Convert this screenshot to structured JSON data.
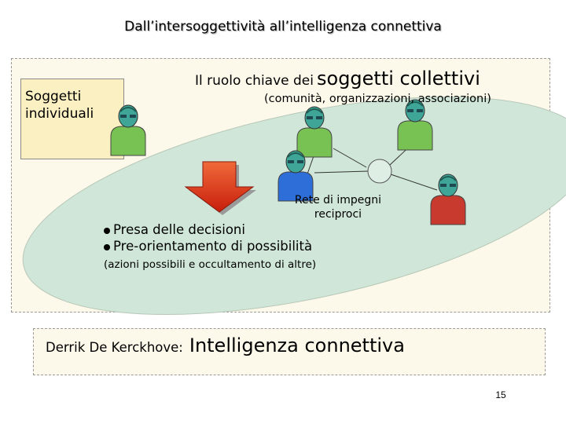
{
  "title": "Dall’intersoggettività all’intelligenza connettiva",
  "left_box": {
    "label": "Soggetti\nindividuali"
  },
  "heading": {
    "prefix": "Il ruolo chiave dei",
    "emphasis": "soggetti collettivi",
    "subtitle": "(comunità, organizzazioni, associazioni)"
  },
  "network": {
    "label": "Rete di impegni\nreciproci"
  },
  "bullets": [
    "Presa delle decisioni",
    "Pre-orientamento di possibilità"
  ],
  "note": "(azioni possibili e occultamento di altre)",
  "footer": {
    "prefix": "Derrik De Kerckhove:",
    "emphasis": "Intelligenza connettiva"
  },
  "page_number": "15",
  "colors": {
    "ellipse_fill": "#cfe6d8",
    "person_green": "#78c254",
    "person_blue": "#2e6ed8",
    "person_red": "#c93a2e",
    "head_teal": "#3fa596",
    "arrow_red": "#e03418",
    "box_yellow": "#fbf0c2"
  },
  "icons": [
    "person-icon",
    "down-arrow-icon"
  ]
}
